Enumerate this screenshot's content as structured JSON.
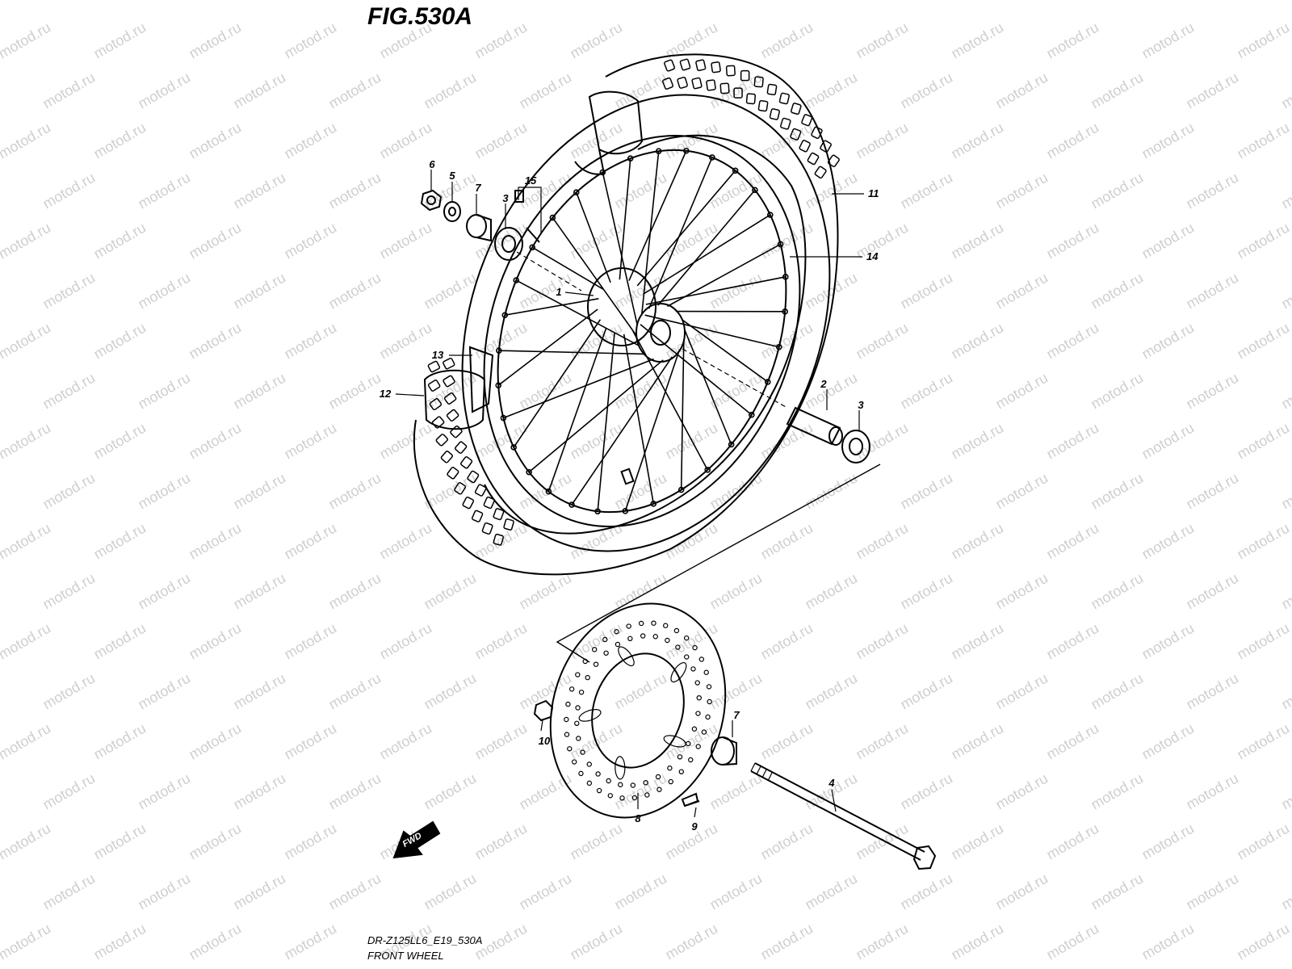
{
  "figure": {
    "title": "FIG.530A"
  },
  "footer": {
    "model_code": "DR-Z125LL6_E19_530A",
    "caption": "FRONT WHEEL"
  },
  "watermark": {
    "text": "motod.ru"
  },
  "fwd_arrow": {
    "label": "FWD"
  },
  "callouts": {
    "c1": "1",
    "c2": "2",
    "c3a": "3",
    "c3b": "3",
    "c4": "4",
    "c5": "5",
    "c6": "6",
    "c7a": "7",
    "c7b": "7",
    "c8": "8",
    "c9": "9",
    "c10": "10",
    "c11": "11",
    "c12": "12",
    "c13": "13",
    "c14": "14",
    "c15": "15"
  }
}
